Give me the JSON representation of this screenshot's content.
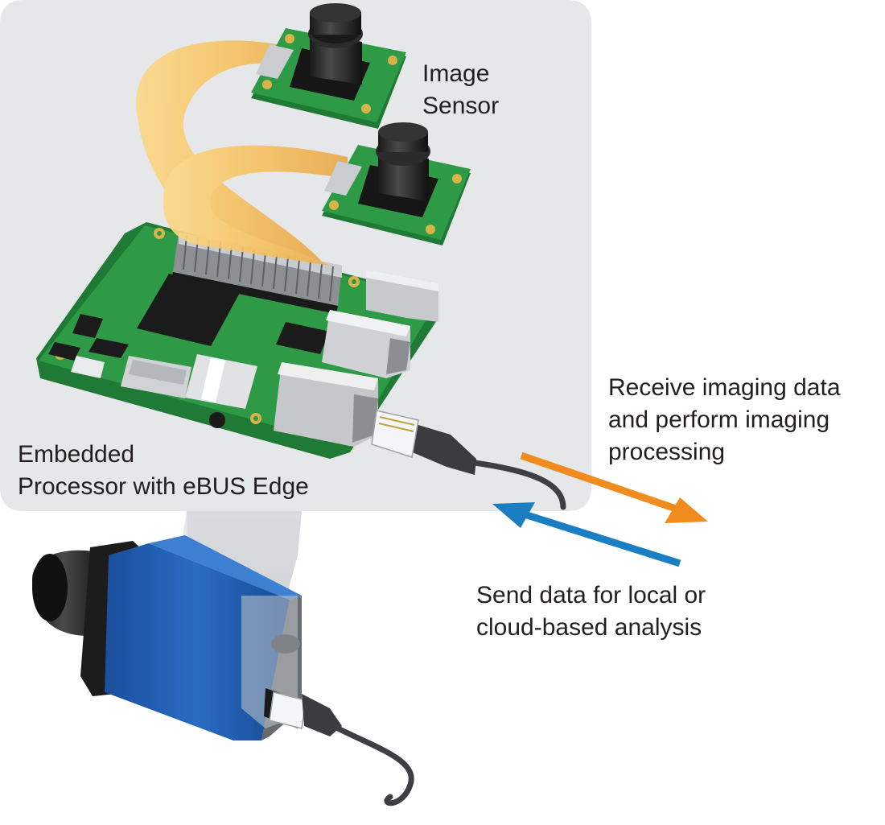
{
  "labels": {
    "image_sensor": [
      "Image",
      "Sensor"
    ],
    "embedded_processor": [
      "Embedded",
      "Processor with eBUS Edge"
    ],
    "receive": [
      "Receive imaging data",
      "and perform imaging",
      "processing"
    ],
    "send": [
      "Send data for local or",
      "cloud-based analysis"
    ]
  },
  "colors": {
    "panel": "#e6e7e9",
    "pcb": "#2f9a46",
    "ribbon": "#f6c66e",
    "camera_body": "#1e5fb4",
    "arrow_receive": "#f08c1e",
    "arrow_send": "#1b7ec2"
  }
}
